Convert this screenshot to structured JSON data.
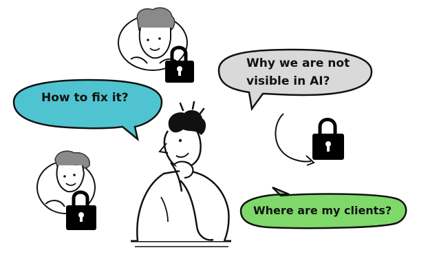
{
  "bubbles": {
    "how_to_fix": {
      "text": "How to fix it?"
    },
    "not_visible": {
      "line1": "Why we are not",
      "line2": "visible in AI?"
    },
    "clients": {
      "text": "Where are my clients?"
    }
  },
  "colors": {
    "teal_bubble": "#4fc4d0",
    "gray_bubble": "#d9d9d9",
    "green_bubble": "#7fd96a",
    "line": "#111111",
    "hair": "#8a8a8a"
  },
  "icons": [
    "lock-icon",
    "lock-icon",
    "lock-icon",
    "lock-icon"
  ]
}
